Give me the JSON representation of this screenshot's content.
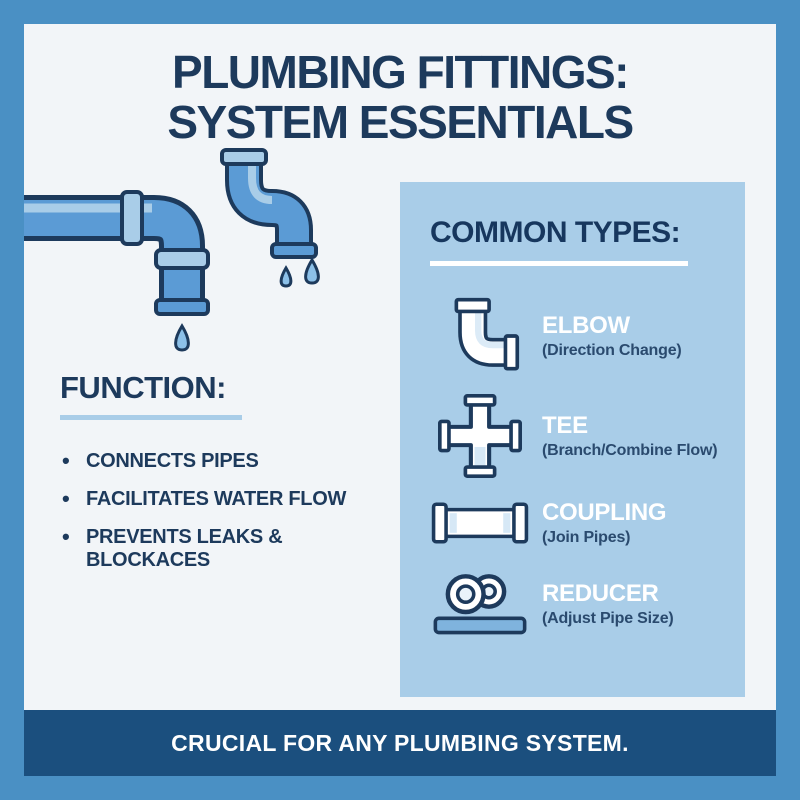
{
  "title": {
    "line1": "PLUMBING FITTINGS:",
    "line2": "SYSTEM ESSENTIALS"
  },
  "function": {
    "heading": "FUNCTION:",
    "bullets": [
      "CONNECTS PIPES",
      "FACILITATES WATER FLOW",
      "PREVENTS LEAKS & BLOCKACES"
    ]
  },
  "common_types": {
    "heading": "COMMON TYPES:",
    "items": [
      {
        "name": "ELBOW",
        "desc": "(Direction Change)",
        "icon": "elbow-fitting-icon"
      },
      {
        "name": "TEE",
        "desc": "(Branch/Combine Flow)",
        "icon": "tee-fitting-icon"
      },
      {
        "name": "COUPLING",
        "desc": "(Join Pipes)",
        "icon": "coupling-fitting-icon"
      },
      {
        "name": "REDUCER",
        "desc": "(Adjust Pipe Size)",
        "icon": "reducer-fitting-icon"
      }
    ]
  },
  "footer": {
    "text": "CRUCIAL FOR ANY PLUMBING SYSTEM."
  },
  "colors": {
    "frame": "#4a90c4",
    "background": "#f2f5f8",
    "navy": "#1d3a5c",
    "panel": "#a9cde8",
    "footer_bg": "#1b4f7e",
    "pipe_blue": "#5b9bd5",
    "pipe_light": "#a9cde8",
    "white": "#ffffff"
  }
}
